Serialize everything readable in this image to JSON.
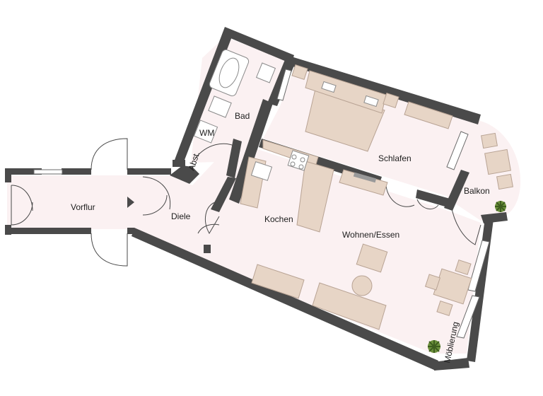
{
  "rooms": {
    "vorflur": "Vorflur",
    "diele": "Diele",
    "bad": "Bad",
    "abst": "Abst.",
    "kochen": "Kochen",
    "schlafen": "Schlafen",
    "balkon": "Balkon",
    "wohnen": "Wohnen/Essen"
  },
  "appliances": {
    "wm": "WM"
  },
  "notes": {
    "disclaimer": "Möblierung"
  }
}
